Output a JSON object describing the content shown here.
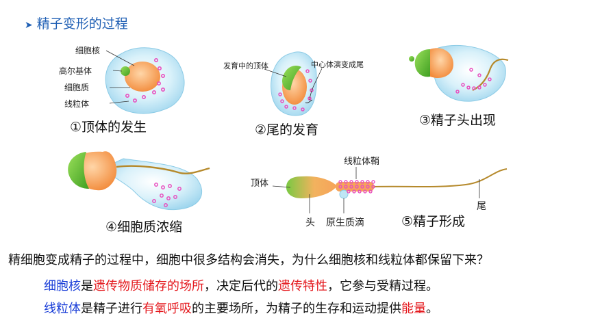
{
  "heading": "精子变形的过程",
  "stage1": {
    "caption": "①顶体的发生",
    "labels": [
      "细胞核",
      "高尔基体",
      "细胞质",
      "线粒体"
    ]
  },
  "stage2": {
    "caption": "②尾的发育",
    "labels": [
      "发育中的顶体",
      "中心体演变成尾"
    ]
  },
  "stage3": {
    "caption": "③精子头出现"
  },
  "stage4": {
    "caption": "④细胞质浓缩"
  },
  "stage5": {
    "caption": "⑤精子形成",
    "labels": [
      "顶体",
      "线粒体鞘",
      "头",
      "原生质滴",
      "尾"
    ]
  },
  "question": "精细胞变成精子的过程中，细胞中很多结构会消失，为什么细胞核和线粒体都保留下来？",
  "answer1": {
    "subject": "细胞核",
    "p1": "是",
    "hl1": "遗传物质储存的场所",
    "p2": "，决定后代的",
    "hl2": "遗传特性",
    "p3": "，它参与受精过程。"
  },
  "answer2": {
    "subject": "线粒体",
    "p1": "是精子进行",
    "hl1": "有氧呼吸",
    "p2": "的主要场所，为精子的生存和运动提供",
    "hl2": "能量",
    "p3": "。"
  },
  "colors": {
    "heading": "#1f5fb4",
    "cytoplasm": "#bfe6f5",
    "nucleus": "#f6a35a",
    "acrosome": "#6cc33b",
    "mitochondria": "#e84fbf",
    "tail": "#b5892b",
    "keyword_blue": "#1b3fd8",
    "keyword_red": "#e4181d"
  }
}
